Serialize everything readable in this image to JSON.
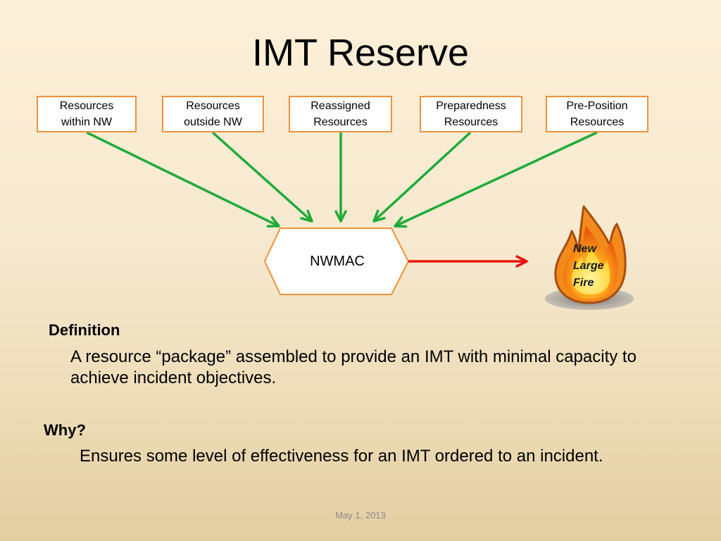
{
  "slide": {
    "title": "IMT Reserve",
    "footer_date": "May 1, 2013"
  },
  "diagram": {
    "sources": [
      {
        "label": "Resources\nwithin NW"
      },
      {
        "label": "Resources\noutside NW"
      },
      {
        "label": "Reassigned\nResources"
      },
      {
        "label": "Preparedness\nResources"
      },
      {
        "label": "Pre-Position\nResources"
      }
    ],
    "hub": {
      "label": "NWMAC"
    },
    "target": {
      "label": "New\nLarge\nFire",
      "icon": "fire-icon"
    },
    "colors": {
      "box_border": "#f0913a",
      "input_arrow": "#1faa3a",
      "output_arrow": "#e8150d"
    }
  },
  "content": {
    "definition_heading": "Definition",
    "definition_text": "A resource “package” assembled to provide an IMT with minimal capacity to achieve incident objectives.",
    "why_heading": "Why?",
    "why_text": "Ensures some level of effectiveness for an IMT ordered to an incident."
  }
}
